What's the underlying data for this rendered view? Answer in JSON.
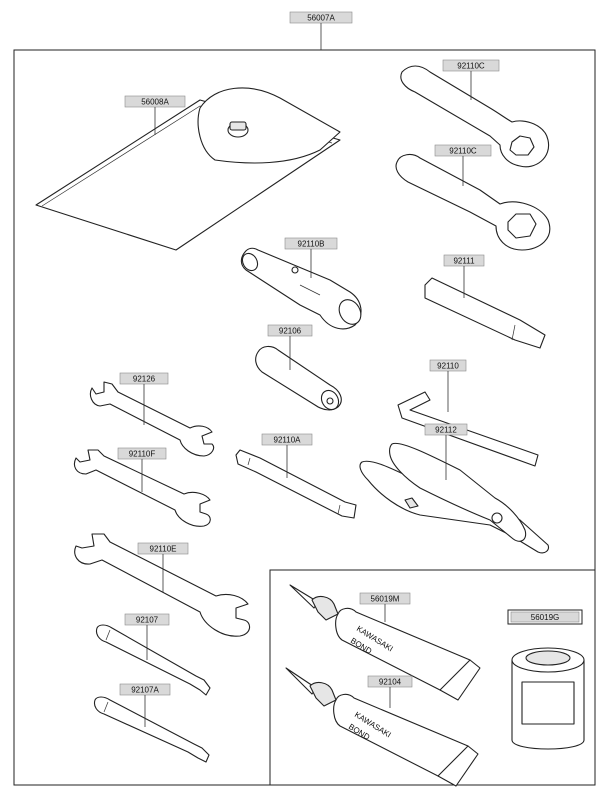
{
  "labels": {
    "main_kit": "56007A",
    "pouch": "56008A",
    "ring_wrench_1": "92110C",
    "ring_wrench_2": "92110C",
    "socket_wrench": "92110B",
    "extension_bar": "92111",
    "spark_plug_socket": "92106",
    "hex_key": "92110",
    "wrench_small": "92126",
    "pliers": "92112",
    "screwdriver_handle": "92110A",
    "wrench_f": "92110F",
    "wrench_e": "92110E",
    "screwdriver_1": "92107",
    "screwdriver_2": "92107A",
    "bond_tube_1": "56019M",
    "bond_tube_2": "92104",
    "bond_can": "56019G"
  },
  "tube_text": {
    "brand": "KAWASAKI",
    "product": "BOND"
  }
}
